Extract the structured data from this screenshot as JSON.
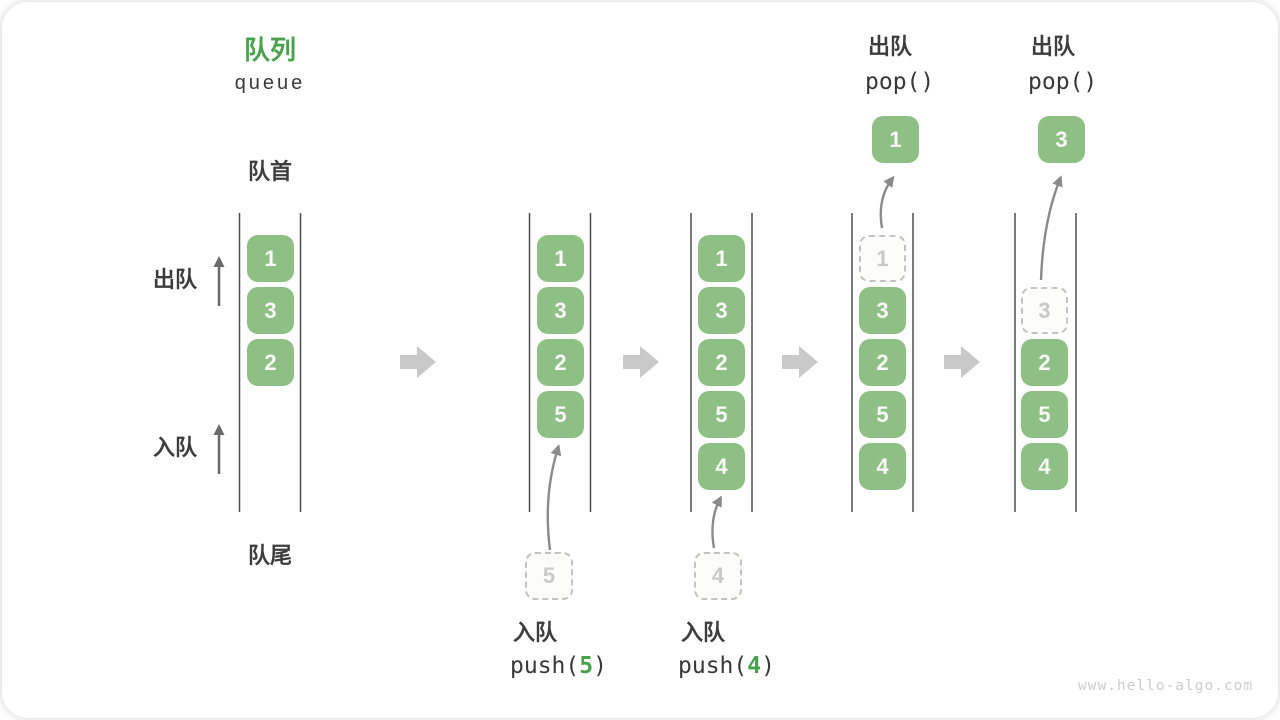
{
  "title": {
    "zh": "队列",
    "en": "queue"
  },
  "side_labels": {
    "front": "队首",
    "rear": "队尾",
    "dequeue": "出队",
    "enqueue": "入队"
  },
  "watermark": "www.hello-algo.com",
  "colors": {
    "cell_green": "#8EC085",
    "title_green": "#49A14C",
    "ghost_border": "#C3C3C3",
    "ghost_text": "#C9C9C9",
    "wall_line": "#4E4E4E",
    "curved_arrow": "#8A8A8A",
    "up_arrow": "#6A6A6A",
    "block_arrow": "#C9C9C9",
    "label_text": "#3D3D3D",
    "watermark_text": "#CDCDCD"
  },
  "states": [
    {
      "cells": [
        {
          "v": "1"
        },
        {
          "v": "3"
        },
        {
          "v": "2"
        }
      ]
    },
    {
      "cells": [
        {
          "v": "1"
        },
        {
          "v": "3"
        },
        {
          "v": "2"
        },
        {
          "v": "5"
        }
      ],
      "staging": {
        "v": "5"
      },
      "op": {
        "label": "入队",
        "code_pre": "push(",
        "code_arg": "5",
        "code_post": ")"
      }
    },
    {
      "cells": [
        {
          "v": "1"
        },
        {
          "v": "3"
        },
        {
          "v": "2"
        },
        {
          "v": "5"
        },
        {
          "v": "4"
        }
      ],
      "staging": {
        "v": "4"
      },
      "op": {
        "label": "入队",
        "code_pre": "push(",
        "code_arg": "4",
        "code_post": ")"
      }
    },
    {
      "cells": [
        {
          "v": "1",
          "ghost": true
        },
        {
          "v": "3"
        },
        {
          "v": "2"
        },
        {
          "v": "5"
        },
        {
          "v": "4"
        }
      ],
      "popped": {
        "v": "1"
      },
      "op": {
        "label": "出队",
        "code": "pop()"
      }
    },
    {
      "cells": [
        {
          "v": "3",
          "ghost": true
        },
        {
          "v": "2"
        },
        {
          "v": "5"
        },
        {
          "v": "4"
        }
      ],
      "popped": {
        "v": "3"
      },
      "op": {
        "label": "出队",
        "code": "pop()"
      }
    }
  ]
}
